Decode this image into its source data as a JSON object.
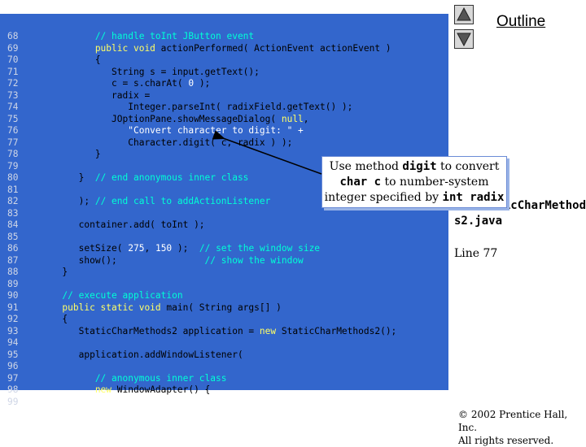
{
  "outline_label": "Outline",
  "file_name_line1": "StaticCharMethod",
  "file_name_line2": "s2.java",
  "line_ref": "Line 77",
  "callout": {
    "p1": "Use method ",
    "c1": "digit",
    "p2": " to convert",
    "c2": "char c",
    "p3": " to number-system",
    "p4": "integer specified by ",
    "c3": "int radix"
  },
  "copyright_line1": "© 2002 Prentice Hall, Inc.",
  "copyright_line2": "All rights reserved.",
  "line_numbers": "68\n69\n70\n71\n72\n73\n74\n75\n76\n77\n78\n79\n80\n81\n82\n83\n84\n85\n86\n87\n88\n89\n90\n91\n92\n93\n94\n95\n96\n97\n98\n99",
  "code_lines": [
    [
      [
        "cm",
        "            // handle toInt JButton event"
      ]
    ],
    [
      [
        "kw",
        "            public void "
      ],
      [
        "tx",
        "actionPerformed( ActionEvent actionEvent )"
      ]
    ],
    [
      [
        "tx",
        "            {"
      ]
    ],
    [
      [
        "tx",
        "               String s = input.getText();"
      ]
    ],
    [
      [
        "tx",
        "               c = s.charAt( "
      ],
      [
        "nm",
        "0"
      ],
      [
        "tx",
        " );"
      ]
    ],
    [
      [
        "tx",
        "               radix ="
      ]
    ],
    [
      [
        "tx",
        "                  Integer.parseInt( radixField.getText() );"
      ]
    ],
    [
      [
        "tx",
        "               JOptionPane.showMessageDialog( "
      ],
      [
        "kw",
        "null"
      ],
      [
        "tx",
        ","
      ]
    ],
    [
      [
        "str",
        "                  \"Convert character to digit: \" +"
      ]
    ],
    [
      [
        "tx",
        "                  Character.digit( c, radix ) );"
      ]
    ],
    [
      [
        "tx",
        "            }"
      ]
    ],
    [
      [
        "tx",
        ""
      ]
    ],
    [
      [
        "tx",
        "         }  "
      ],
      [
        "cm",
        "// end anonymous inner class"
      ]
    ],
    [
      [
        "tx",
        ""
      ]
    ],
    [
      [
        "tx",
        "         ); "
      ],
      [
        "cm",
        "// end call to addActionListener"
      ]
    ],
    [
      [
        "tx",
        ""
      ]
    ],
    [
      [
        "tx",
        "         container.add( toInt );"
      ]
    ],
    [
      [
        "tx",
        ""
      ]
    ],
    [
      [
        "tx",
        "         setSize( "
      ],
      [
        "nm",
        "275"
      ],
      [
        "tx",
        ", "
      ],
      [
        "nm",
        "150"
      ],
      [
        "tx",
        " );  "
      ],
      [
        "cm",
        "// set the window size"
      ]
    ],
    [
      [
        "tx",
        "         show();                "
      ],
      [
        "cm",
        "// show the window"
      ]
    ],
    [
      [
        "tx",
        "      }"
      ]
    ],
    [
      [
        "tx",
        ""
      ]
    ],
    [
      [
        "cm",
        "      // execute application"
      ]
    ],
    [
      [
        "kw",
        "      public static void "
      ],
      [
        "tx",
        "main( String args[] )"
      ]
    ],
    [
      [
        "tx",
        "      {"
      ]
    ],
    [
      [
        "tx",
        "         StaticCharMethods2 application = "
      ],
      [
        "kw",
        "new"
      ],
      [
        "tx",
        " StaticCharMethods2();"
      ]
    ],
    [
      [
        "tx",
        ""
      ]
    ],
    [
      [
        "tx",
        "         application.addWindowListener("
      ]
    ],
    [
      [
        "tx",
        ""
      ]
    ],
    [
      [
        "cm",
        "            // anonymous inner class"
      ]
    ],
    [
      [
        "kw",
        "            new"
      ],
      [
        "tx",
        " WindowAdapter() {"
      ]
    ],
    [
      [
        "tx",
        ""
      ]
    ]
  ],
  "colors": {
    "panel_bg": "#3366cc",
    "comment": "#00ffd6",
    "keyword": "#ffff66",
    "literal": "#ffffff"
  }
}
